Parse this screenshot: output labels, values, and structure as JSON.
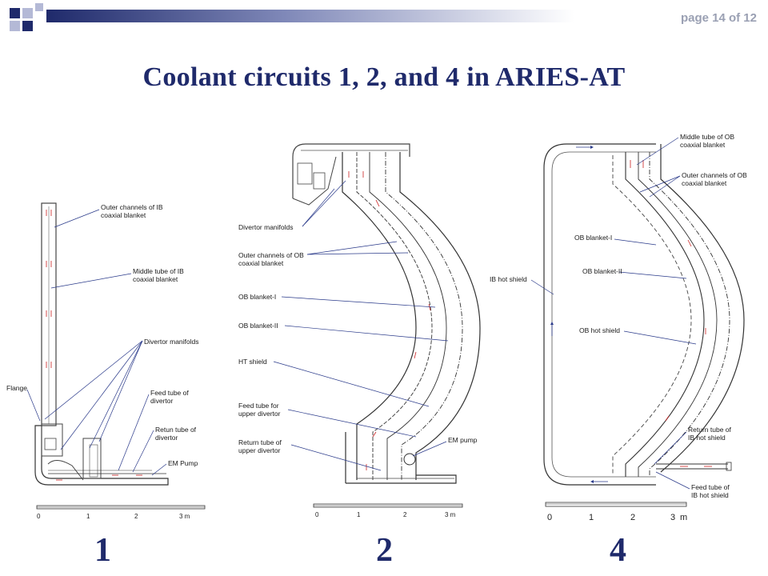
{
  "slide": {
    "page_label": "page 14 of 12",
    "title": "Coolant circuits 1, 2, and 4 in ARIES-AT"
  },
  "diagram1": {
    "number": "1",
    "labels": {
      "outer_ib_1": "Outer channels of IB",
      "outer_ib_2": "coaxial blanket",
      "middle_ib_1": "Middle tube of IB",
      "middle_ib_2": "coaxial blanket",
      "divertor_manifolds": "Divertor manifolds",
      "flange": "Flange",
      "feed_1": "Feed tube of",
      "feed_2": "divertor",
      "return_1": "Retun tube of",
      "return_2": "divertor",
      "em_pump": "EM Pump"
    },
    "scale": [
      "0",
      "1",
      "2",
      "3 m"
    ]
  },
  "diagram2": {
    "number": "2",
    "labels": {
      "divertor_manifolds": "Divertor manifolds",
      "outer_ob_1": "Outer channels of OB",
      "outer_ob_2": "coaxial blanket",
      "ob_blanket_1": "OB blanket-I",
      "ob_blanket_2": "OB blanket-II",
      "ht_shield": "HT shield",
      "feed_1": "Feed tube for",
      "feed_2": "upper divertor",
      "return_1": "Return tube of",
      "return_2": "upper divertor",
      "em_pump": "EM pump"
    },
    "scale": [
      "0",
      "1",
      "2",
      "3 m"
    ]
  },
  "diagram4": {
    "number": "4",
    "labels": {
      "middle_ob_1": "Middle tube of OB",
      "middle_ob_2": "coaxial blanket",
      "outer_ob_1": "Outer channels of OB",
      "outer_ob_2": "coaxial blanket",
      "ob_blanket_1": "OB blanket-I",
      "ob_blanket_2": "OB blanket-II",
      "ib_hot_shield": "IB hot shield",
      "ob_hot_shield": "OB hot shield",
      "return_1": "Return tube of",
      "return_2": "IB hot shield",
      "feed_1": "Feed tube of",
      "feed_2": "IB hot shield"
    },
    "scale": [
      "0",
      "1",
      "2",
      "3",
      "m"
    ]
  },
  "colors": {
    "title": "#1f2a6b",
    "accent": "#1f2a6b",
    "deco_light": "#b4b9d6",
    "flow_arrow": "#cc2222"
  }
}
